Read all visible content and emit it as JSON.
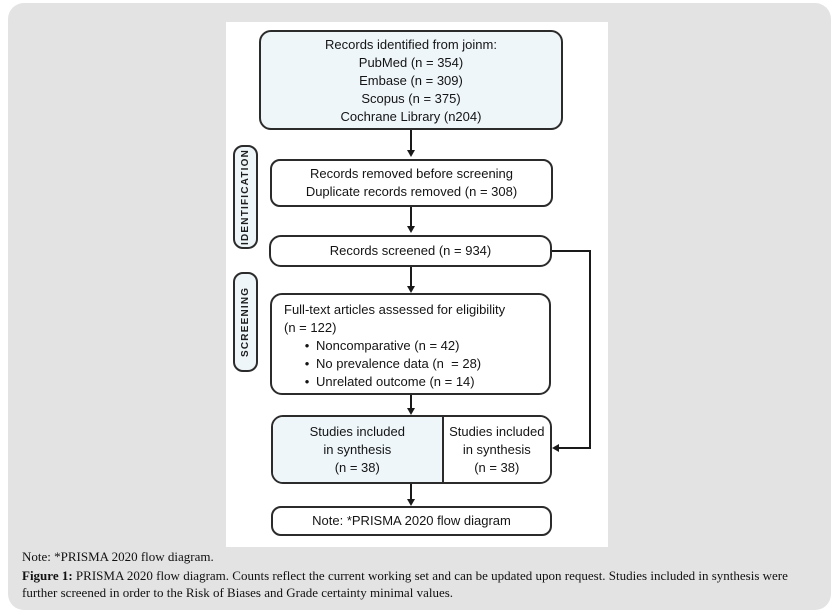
{
  "figure": {
    "stages": [
      {
        "label": "IDENTIFICATION"
      },
      {
        "label": "SCREENING"
      }
    ],
    "boxes": {
      "identified": {
        "lines": [
          "Records identified from joinm:",
          "PubMed (n = 354)",
          "Embase (n = 309)",
          "Scopus (n = 375)",
          "Cochrane Library (n204)"
        ]
      },
      "removed": {
        "lines": [
          "Records removed before screening",
          "Duplicate records removed (n = 308)"
        ]
      },
      "screened": {
        "text": "Records screened (n = 934)"
      },
      "fulltext": {
        "title": "Full-text articles assessed for eligibility",
        "count": "(n = 122)",
        "bullets": [
          "Noncomparative (n = 42)",
          "No prevalence data (n  = 28)",
          "Unrelated outcome (n = 14)"
        ]
      },
      "included_left": {
        "lines": [
          "Studies included",
          "in synthesis",
          "(n = 38)"
        ]
      },
      "included_right": {
        "lines": [
          "Studies included",
          "in synthesis",
          "(n = 38)"
        ]
      },
      "note_box": {
        "text": "Note: *PRISMA 2020 flow diagram"
      }
    }
  },
  "caption": {
    "note_line": "Note: *PRISMA 2020 flow diagram.",
    "figure_label": "Figure 1:",
    "figure_text": " PRISMA 2020 flow diagram. Counts reflect the current working set and can be updated upon request. Studies included in synthesis were further screened in order to the Risk of Biases and Grade certainty minimal values."
  },
  "icons": {
    "bullet": "•"
  },
  "colors": {
    "background_panel": "#e3e3e3",
    "diagram_bg": "#ffffff",
    "accent_fill": "#eef6fa",
    "border": "#2b2b2b"
  }
}
